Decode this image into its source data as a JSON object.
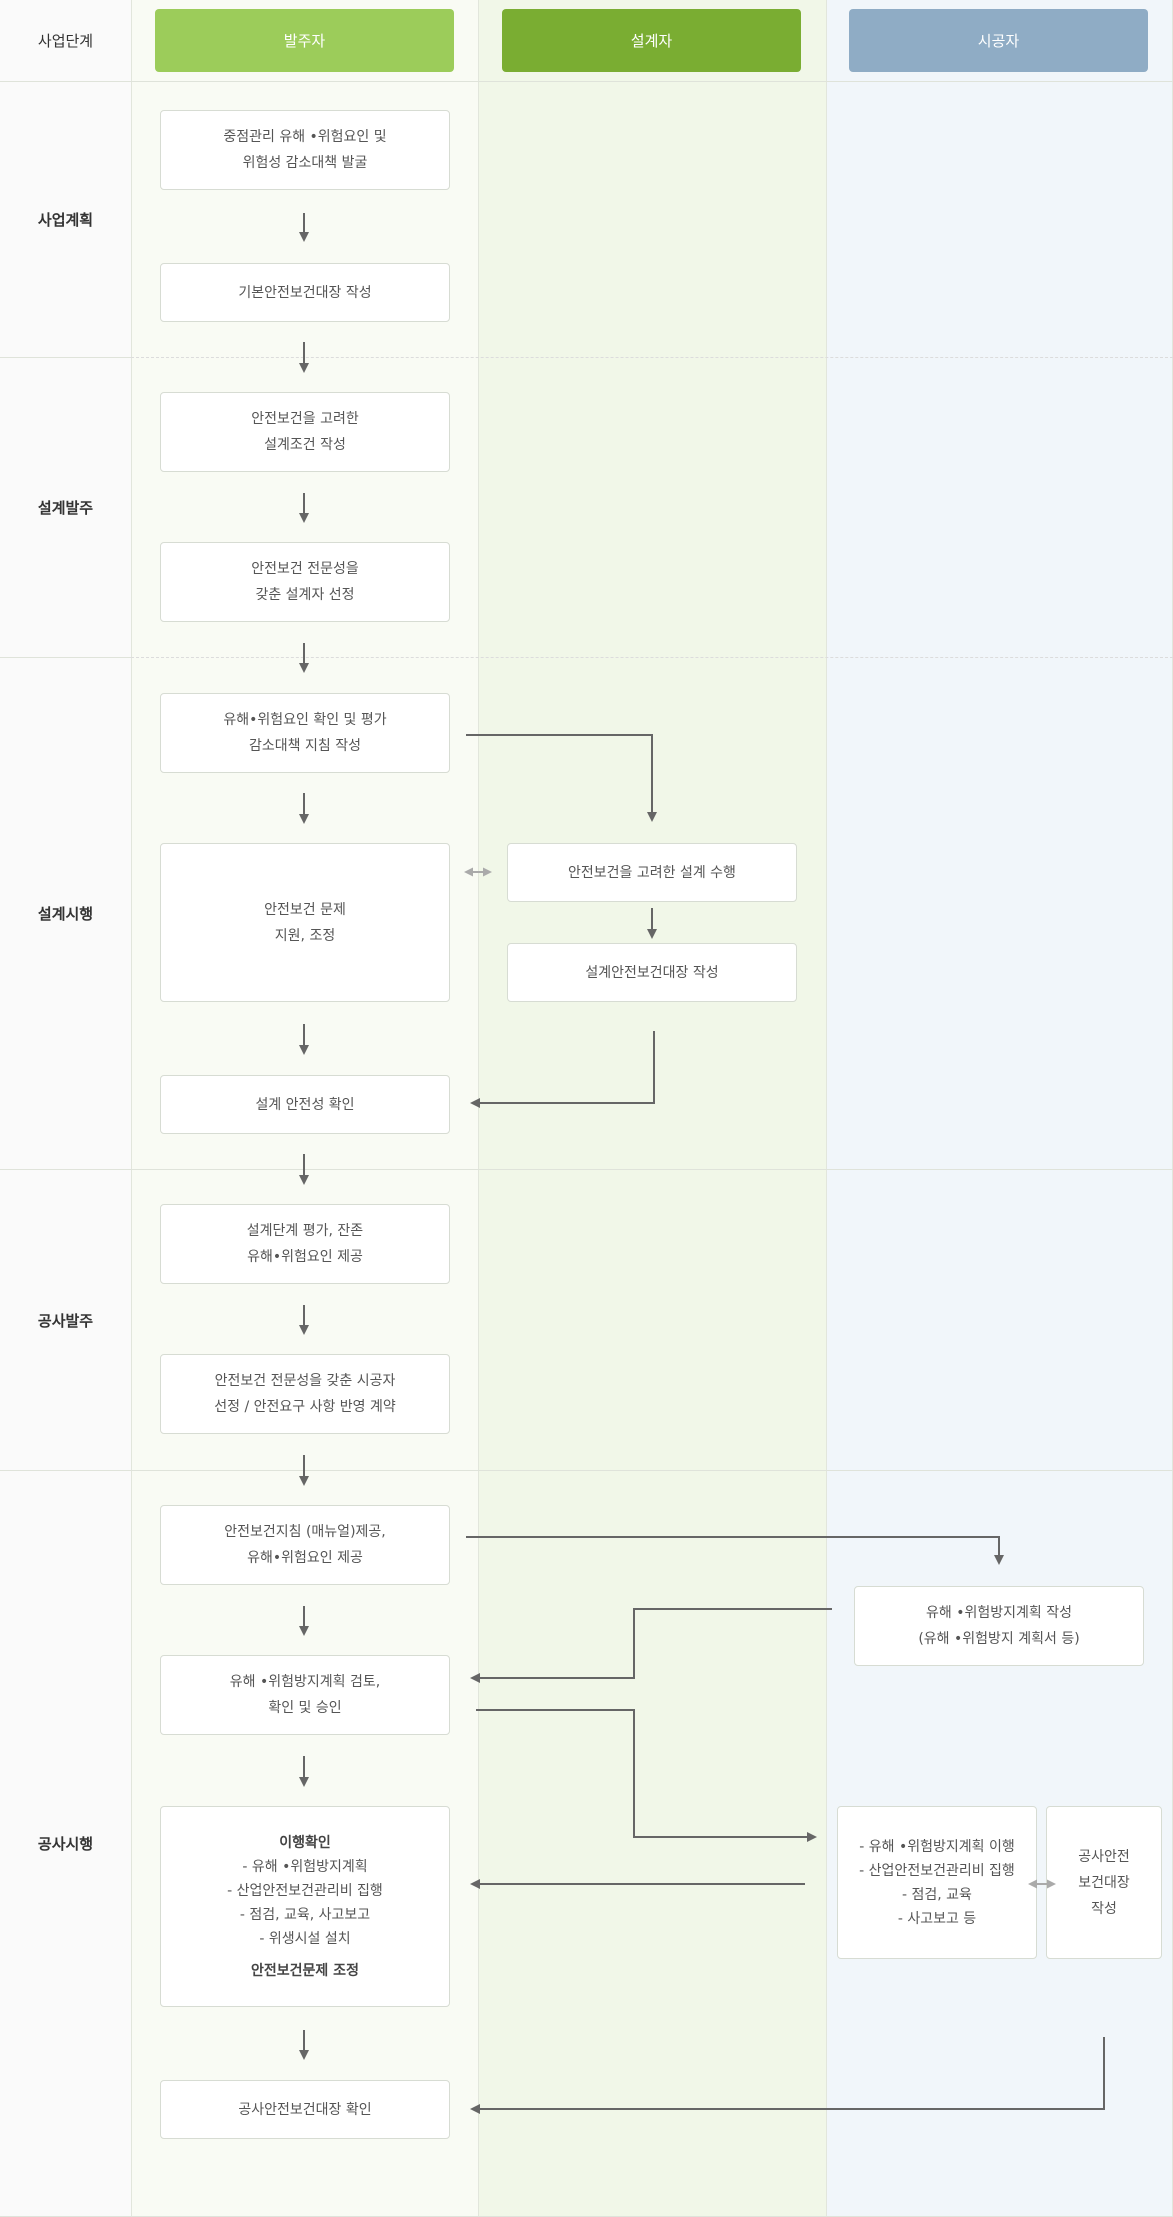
{
  "header": {
    "stage_label": "사업단계",
    "owner": "발주자",
    "designer": "설계자",
    "builder": "시공자"
  },
  "colors": {
    "owner_header": "#9ccc5a",
    "designer_header": "#7aad32",
    "builder_header": "#8facc5",
    "arrow": "#666666",
    "double_arrow": "#aaaaaa"
  },
  "stages": {
    "planning": "사업계획",
    "design_order": "설계발주",
    "design_exec": "설계시행",
    "construction_order": "공사발주",
    "construction_exec": "공사시행"
  },
  "boxes": {
    "b1": {
      "l1": "중점관리 유해 •위험요인 및",
      "l2": "위험성 감소대책 발굴"
    },
    "b2": {
      "l1": "기본안전보건대장 작성"
    },
    "b3": {
      "l1": "안전보건을 고려한",
      "l2": "설계조건 작성"
    },
    "b4": {
      "l1": "안전보건 전문성을",
      "l2": "갖춘 설계자 선정"
    },
    "b5": {
      "l1": "유해•위험요인 확인 및 평가",
      "l2": "감소대책 지침 작성"
    },
    "b6": {
      "l1": "안전보건 문제",
      "l2": "지원, 조정"
    },
    "b7": {
      "l1": "안전보건을 고려한 설계 수행"
    },
    "b8": {
      "l1": "설계안전보건대장 작성"
    },
    "b9": {
      "l1": "설계 안전성 확인"
    },
    "b10": {
      "l1": "설계단계 평가, 잔존",
      "l2": "유해•위험요인 제공"
    },
    "b11": {
      "l1": "안전보건 전문성을 갖춘 시공자",
      "l2": "선정 / 안전요구 사항 반영 계약"
    },
    "b12": {
      "l1": "안전보건지침 (매뉴얼)제공,",
      "l2": "유해•위험요인 제공"
    },
    "b13": {
      "l1": "유해 •위험방지계획 작성",
      "l2": "(유해 •위험방지 계획서 등)"
    },
    "b14": {
      "l1": "유해 •위험방지계획 검토,",
      "l2": "확인 및 승인"
    },
    "b15": {
      "title": "이행확인",
      "items": [
        "- 유해 •위험방지계획",
        "- 산업안전보건관리비 집행",
        "- 점검, 교육, 사고보고",
        "- 위생시설 설치"
      ],
      "footer": "안전보건문제 조정"
    },
    "b16": {
      "items": [
        "- 유해 •위험방지계획 이행",
        "- 산업안전보건관리비 집행",
        "- 점검, 교육",
        "- 사고보고 등"
      ]
    },
    "b17": {
      "l1": "공사안전",
      "l2": "보건대장",
      "l3": "작성"
    },
    "b18": {
      "l1": "공사안전보건대장 확인"
    }
  }
}
